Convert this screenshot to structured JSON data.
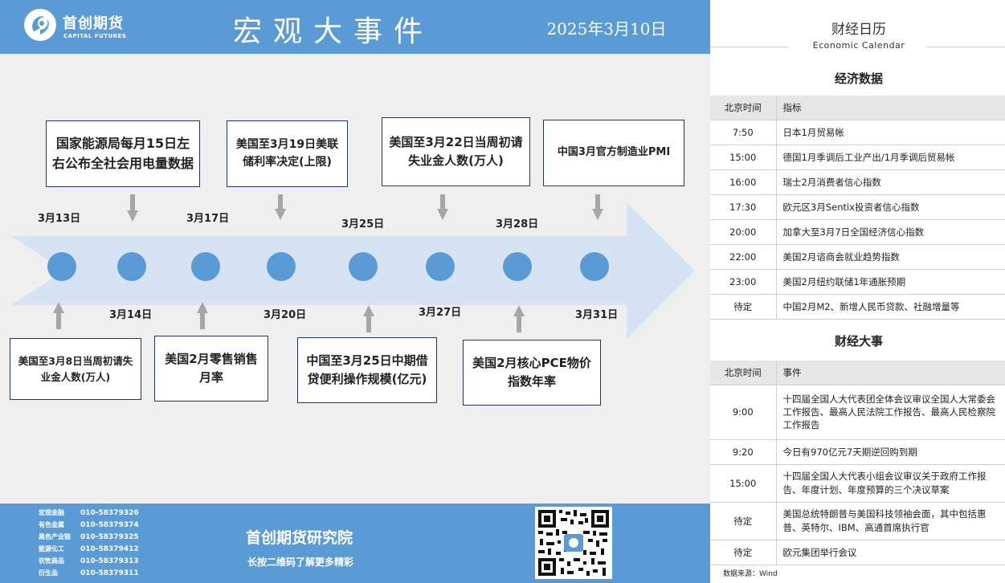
{
  "header": {
    "logo_cn": "首创期货",
    "logo_en": "CAPITAL FUTURES",
    "title": "宏观大事件",
    "date": "2025年3月10日"
  },
  "timeline": {
    "top_events": [
      {
        "text": "国家能源局每月15日左右公布全社会用电量数据"
      },
      {
        "text": "美国至3月19日美联储利率决定(上限)"
      },
      {
        "text": "美国至3月22日当周初请失业金人数(万人)"
      },
      {
        "text": "中国3月官方制造业PMI"
      }
    ],
    "bottom_events": [
      {
        "text": "美国至3月8日当周初请失业金人数(万人)"
      },
      {
        "text": "美国2月零售销售月率"
      },
      {
        "text": "中国至3月25日中期借贷便利操作规模(亿元)"
      },
      {
        "text": "美国2月核心PCE物价指数年率"
      }
    ],
    "dates_top": [
      "3月13日",
      "3月17日",
      "3月25日",
      "3月28日"
    ],
    "dates_bottom": [
      "3月14日",
      "3月20日",
      "3月27日",
      "3月31日"
    ]
  },
  "footer": {
    "contacts": [
      {
        "dept": "宏观金融",
        "phone": "010-58379326"
      },
      {
        "dept": "有色金属",
        "phone": "010-58379374"
      },
      {
        "dept": "黑色产业链",
        "phone": "010-58379325"
      },
      {
        "dept": "能源化工",
        "phone": "010-58379412"
      },
      {
        "dept": "农牧商品",
        "phone": "010-58379313"
      },
      {
        "dept": "衍生品",
        "phone": "010-58379311"
      }
    ],
    "org": "首创期货研究院",
    "slogan": "长按二维码了解更多精彩"
  },
  "calendar": {
    "title": "财经日历",
    "subtitle": "Economic Calendar",
    "econ_title": "经济数据",
    "econ_headers": [
      "北京时间",
      "指标"
    ],
    "econ_rows": [
      {
        "time": "7:50",
        "item": "日本1月贸易帐"
      },
      {
        "time": "15:00",
        "item": "德国1月季调后工业产出/1月季调后贸易帐"
      },
      {
        "time": "16:00",
        "item": "瑞士2月消费者信心指数"
      },
      {
        "time": "17:30",
        "item": "欧元区3月Sentix投资者信心指数"
      },
      {
        "time": "20:00",
        "item": "加拿大至3月7日全国经济信心指数"
      },
      {
        "time": "22:00",
        "item": "美国2月谘商会就业趋势指数"
      },
      {
        "time": "23:00",
        "item": "美国2月纽约联储1年通胀预期"
      },
      {
        "time": "待定",
        "item": "中国2月M2、新增人民币贷款、社融增量等"
      }
    ],
    "events_title": "财经大事",
    "events_headers": [
      "北京时间",
      "事件"
    ],
    "events_rows": [
      {
        "time": "9:00",
        "item": "十四届全国人大代表团全体会议审议全国人大常委会工作报告、最高人民法院工作报告、最高人民检察院工作报告"
      },
      {
        "time": "9:20",
        "item": "今日有970亿元7天期逆回购到期"
      },
      {
        "time": "15:00",
        "item": "十四届全国人大代表小组会议审议关于政府工作报告、年度计划、年度预算的三个决议草案"
      },
      {
        "time": "待定",
        "item": "美国总统特朗普与美国科技领袖会面，其中包括惠普、英特尔、IBM、高通首席执行官"
      },
      {
        "time": "待定",
        "item": "欧元集团举行会议"
      }
    ],
    "source": "数据来源：Wind"
  }
}
